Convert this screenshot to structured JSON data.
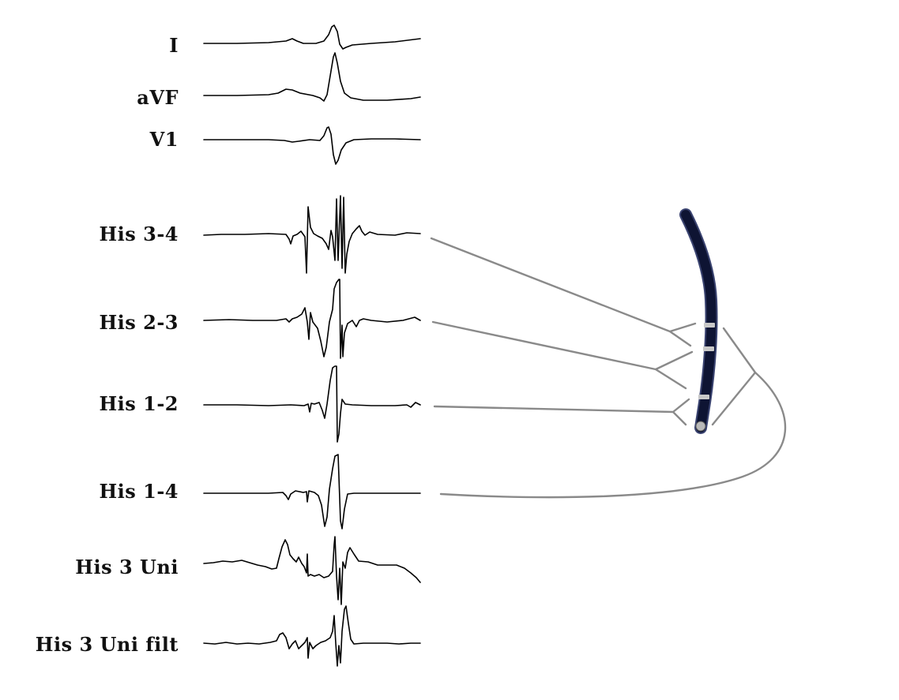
{
  "leads": [
    {
      "id": "I",
      "label": "I",
      "electrode_pair": null
    },
    {
      "id": "aVF",
      "label": "aVF",
      "electrode_pair": null
    },
    {
      "id": "V1",
      "label": "V1",
      "electrode_pair": null
    },
    {
      "id": "his-3-4",
      "label": "His 3-4",
      "electrode_pair": [
        3,
        4
      ]
    },
    {
      "id": "his-2-3",
      "label": "His 2-3",
      "electrode_pair": [
        2,
        3
      ]
    },
    {
      "id": "his-1-2",
      "label": "His 1-2",
      "electrode_pair": [
        1,
        2
      ]
    },
    {
      "id": "his-1-4",
      "label": "His 1-4",
      "electrode_pair": [
        1,
        4
      ]
    },
    {
      "id": "his-3-uni",
      "label": "His 3 Uni",
      "electrode_pair": [
        3
      ]
    },
    {
      "id": "his-3-uni-filt",
      "label": "His 3 Uni filt",
      "electrode_pair": [
        3
      ]
    }
  ],
  "colors": {
    "trace": "#000000",
    "connector": "#8a8a8a",
    "catheter": "#0e1433",
    "catheter_edge": "#3a4370",
    "electrode": "#c8c8c8",
    "label": "#111111"
  },
  "catheter": {
    "name": "his-catheter",
    "electrode_count": 4
  }
}
